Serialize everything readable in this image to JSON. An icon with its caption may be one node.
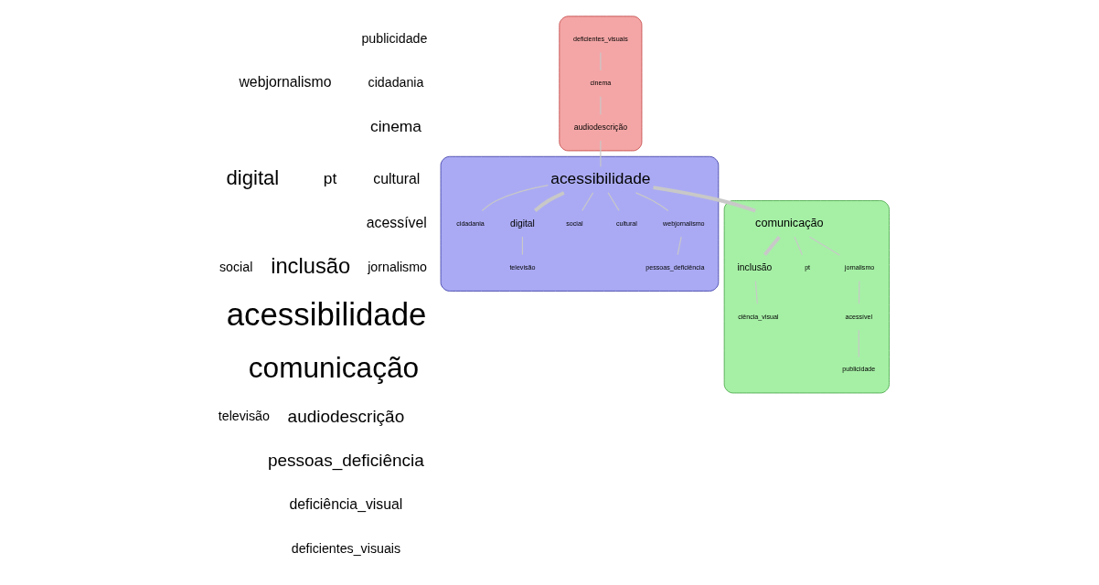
{
  "diagram": {
    "nodes": [
      {
        "text": [],
        "shape": "blob"
      },
      {
        "text": [
          "deficientes_visuais"
        ],
        "in": 0
      },
      {
        "text": [
          "cinema"
        ],
        "in": 0
      },
      {
        "text": [
          "audiodescrição"
        ],
        "in": 0
      },
      {
        "text": [],
        "shape": "blob"
      },
      {
        "text": [
          "televisão"
        ],
        "in": 4
      },
      {
        "text": [
          "cidadania"
        ],
        "in": 4
      },
      {
        "text": [
          "digital"
        ],
        "in": 4
      },
      {
        "text": [
          "social"
        ],
        "in": 4
      },
      {
        "text": [
          "acessibilidade"
        ],
        "in": 4
      },
      {
        "text": [
          "cultural"
        ],
        "in": 4
      },
      {
        "text": [
          "webjornalismo"
        ],
        "in": 4
      },
      {
        "text": [
          "pessoas_deficiência"
        ],
        "in": 4
      },
      {
        "text": [],
        "shape": "blob"
      },
      {
        "text": [
          "comunicação"
        ],
        "in": 13
      },
      {
        "text": [
          "inclusão"
        ],
        "in": 13
      },
      {
        "text": [
          "ciência_visual"
        ],
        "in": 13
      },
      {
        "text": [
          "pt"
        ],
        "in": 13
      },
      {
        "text": [
          "jornalismo"
        ],
        "in": 13
      },
      {
        "text": [
          "acessível"
        ],
        "in": 13
      },
      {
        "text": [
          "publicidade"
        ],
        "in": 13
      }
    ],
    "edges": [
      {
        "from": 1,
        "to": 2,
        "arrow": "none"
      },
      {
        "from": 2,
        "to": 3,
        "arrow": "none"
      },
      {
        "from": 3,
        "to": 9,
        "arrow": "none"
      },
      {
        "from": 9,
        "to": 6,
        "arrow": "none"
      },
      {
        "from": 9,
        "to": 7,
        "arrow": "none",
        "style": "thick"
      },
      {
        "from": 7,
        "to": 5,
        "arrow": "none"
      },
      {
        "from": 9,
        "to": 8,
        "arrow": "none"
      },
      {
        "from": 9,
        "to": 10,
        "arrow": "none"
      },
      {
        "from": 9,
        "to": 11,
        "arrow": "none"
      },
      {
        "from": 11,
        "to": 12,
        "arrow": "none"
      },
      {
        "from": 9,
        "to": 14,
        "arrow": "none",
        "style": "thick"
      },
      {
        "from": 14,
        "to": 15,
        "arrow": "none",
        "style": "thick"
      },
      {
        "from": 15,
        "to": 16,
        "arrow": "none"
      },
      {
        "from": 14,
        "to": 17,
        "arrow": "none"
      },
      {
        "from": 14,
        "to": 18,
        "arrow": "none"
      },
      {
        "from": 18,
        "to": 19,
        "arrow": "none"
      },
      {
        "from": 19,
        "to": 20,
        "arrow": "none"
      }
    ],
    "labels": [
      "publicidade",
      "cidadania",
      "webjornalismo",
      "cinema",
      "cultural",
      "pt",
      "digital",
      "acessível",
      "jornalismo",
      "inclusão",
      "social",
      "acessibilidade",
      "comunicação",
      "audiodescrição",
      "televisão",
      "pessoas_deficiência",
      "deficiência_visual",
      "deficientes_visuais"
    ]
  }
}
